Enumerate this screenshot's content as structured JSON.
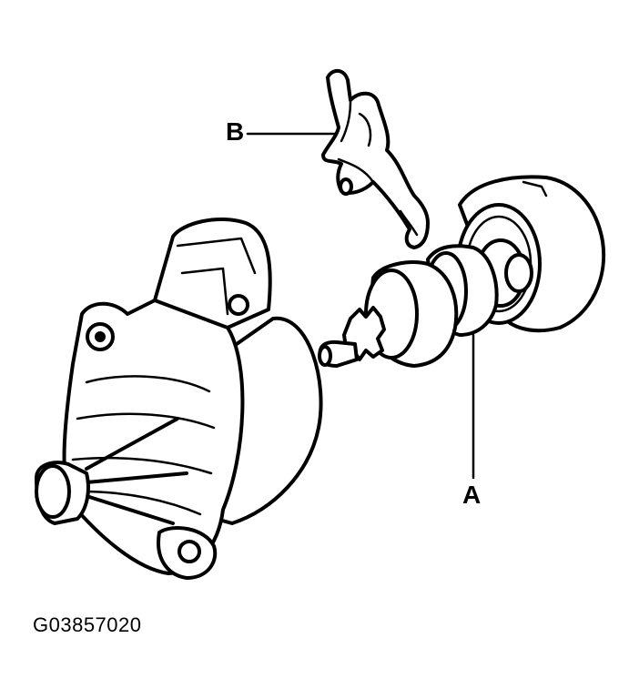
{
  "labels": {
    "a": "A",
    "b": "B"
  },
  "figure_id": "G03857020"
}
